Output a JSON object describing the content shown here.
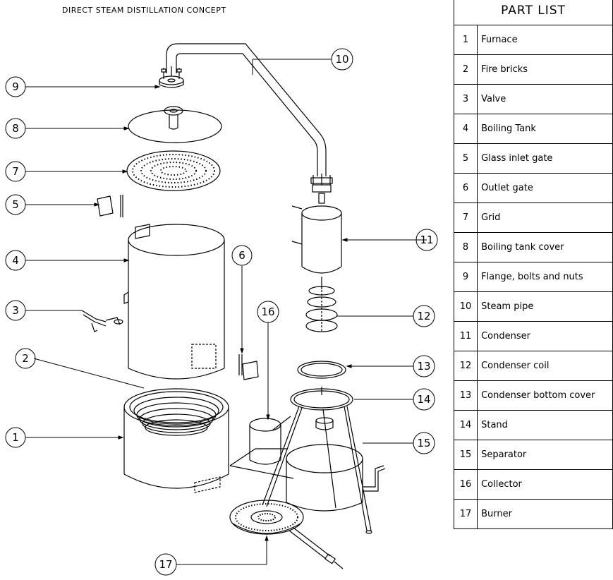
{
  "title": "DIRECT STEAM DISTILLATION CONCEPT",
  "table_header": "PART LIST",
  "parts": [
    {
      "num": "1",
      "name": "Furnace"
    },
    {
      "num": "2",
      "name": "Fire bricks"
    },
    {
      "num": "3",
      "name": "Valve"
    },
    {
      "num": "4",
      "name": "Boiling Tank"
    },
    {
      "num": "5",
      "name": "Glass inlet gate"
    },
    {
      "num": "6",
      "name": "Outlet gate"
    },
    {
      "num": "7",
      "name": "Grid"
    },
    {
      "num": "8",
      "name": "Boiling tank cover"
    },
    {
      "num": "9",
      "name": "Flange, bolts and nuts"
    },
    {
      "num": "10",
      "name": "Steam pipe"
    },
    {
      "num": "11",
      "name": "Condenser"
    },
    {
      "num": "12",
      "name": "Condenser coil"
    },
    {
      "num": "13",
      "name": "Condenser bottom cover"
    },
    {
      "num": "14",
      "name": "Stand"
    },
    {
      "num": "15",
      "name": "Separator"
    },
    {
      "num": "16",
      "name": "Collector"
    },
    {
      "num": "17",
      "name": "Burner"
    }
  ],
  "callouts": [
    "9",
    "8",
    "7",
    "5",
    "4",
    "3",
    "2",
    "1",
    "10",
    "11",
    "12",
    "13",
    "14",
    "15",
    "16",
    "6",
    "17"
  ]
}
